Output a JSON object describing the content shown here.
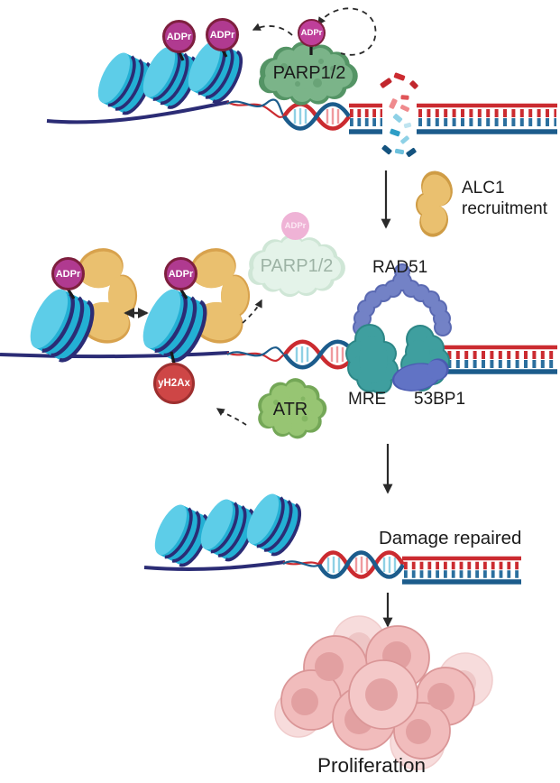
{
  "labels": {
    "adpr": "ADPr",
    "parp12": "PARP1/2",
    "alc1_line1": "ALC1",
    "alc1_line2": "recruitment",
    "rad51": "RAD51",
    "mre": "MRE",
    "bp53": "53BP1",
    "yh2ax": "yH2Ax",
    "atr": "ATR",
    "damage_repaired": "Damage repaired",
    "proliferation": "Proliferation"
  },
  "colors": {
    "nucleosome": "#23b0d4",
    "nucleosome_face": "#5dcde8",
    "dna_wrap_navy": "#2b2c75",
    "dna_red": "#cb2b30",
    "dna_blue": "#1c5c8c",
    "adpr_badge": "#b03a90",
    "adpr_badge_border": "#7e1f3e",
    "parp_green": "#7bb489",
    "parp_faded": "#e4f3e9",
    "alc1_yellow": "#eac06f",
    "yh2ax_red": "#ce4646",
    "atr_green": "#97c573",
    "rad51_purple": "#7382c6",
    "mre_teal": "#3f9f9f",
    "bp53_blue": "#6173c5",
    "cell_pink": "#f1bcbc"
  }
}
